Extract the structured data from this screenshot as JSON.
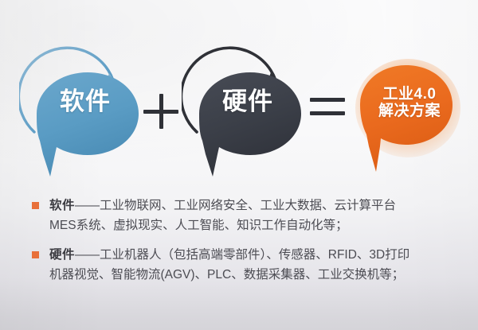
{
  "background": {
    "top_color": "#fbfbfc",
    "bottom_color": "#d5d4d9"
  },
  "diagram": {
    "equation": [
      {
        "id": "software",
        "label_lines": [
          "软件"
        ],
        "color": "#5a9cc4",
        "arrow_color": "#5a9cc4",
        "arrow": "circular-arrow-clockwise"
      },
      {
        "id": "plus",
        "operator": "+"
      },
      {
        "id": "hardware",
        "label_lines": [
          "硬件"
        ],
        "color": "#3b3f48",
        "arrow_color": "#2f3137",
        "arrow": "circular-arrow-clockwise"
      },
      {
        "id": "equals",
        "operator": "="
      },
      {
        "id": "solution",
        "label_lines": [
          "工业4.0",
          "解决方案"
        ],
        "color": "#ea6a1e",
        "arrow": "none"
      }
    ]
  },
  "details": {
    "bullet_color": "#e8703a",
    "items": [
      {
        "lead": "软件",
        "lines": [
          "软件——工业物联网、工业网络安全、工业大数据、云计算平台",
          "MES系统、虚拟现实、人工智能、知识工作自动化等；"
        ]
      },
      {
        "lead": "硬件",
        "lines": [
          "硬件——工业机器人（包括高端零部件）、传感器、RFID、3D打印",
          "机器视觉、智能物流(AGV)、PLC、数据采集器、工业交换机等；"
        ]
      }
    ]
  }
}
